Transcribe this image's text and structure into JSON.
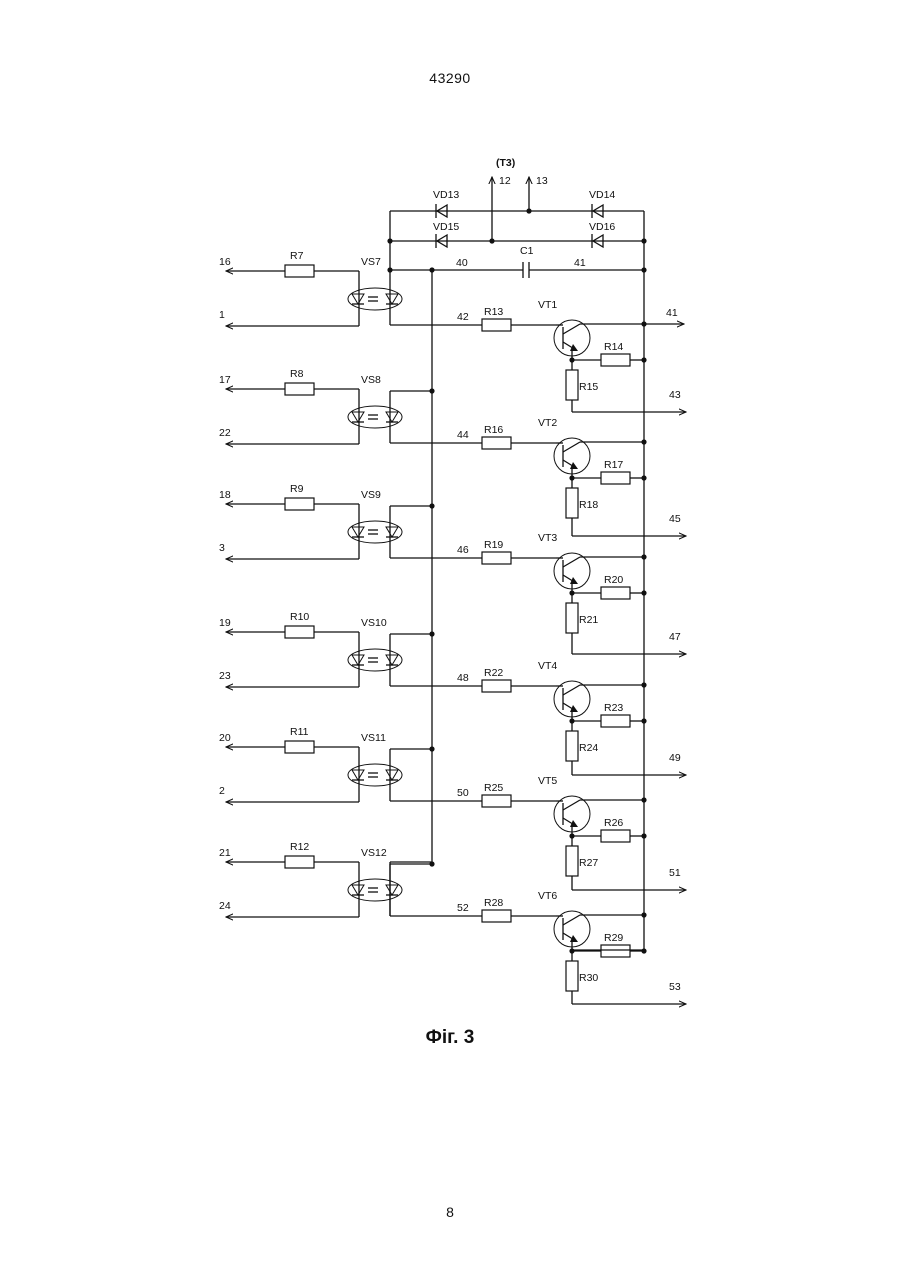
{
  "header": {
    "doc_number": "43290"
  },
  "caption": "Фіг. 3",
  "page_number": "8",
  "top": {
    "t3": "(Т3)",
    "t12": "12",
    "t13": "13",
    "vd13": "VD13",
    "vd14": "VD14",
    "vd15": "VD15",
    "vd16": "VD16",
    "c1": "C1",
    "n40": "40",
    "n41": "41"
  },
  "stages": [
    {
      "in_a": "16",
      "in_b": "1",
      "r_in": "R7",
      "vs": "VS7",
      "node": "42",
      "r_b": "R13",
      "vt": "VT1",
      "r_be": "R14",
      "r_e": "R15",
      "out_c": "41",
      "out_e": "43"
    },
    {
      "in_a": "17",
      "in_b": "22",
      "r_in": "R8",
      "vs": "VS8",
      "node": "44",
      "r_b": "R16",
      "vt": "VT2",
      "r_be": "R17",
      "r_e": "R18",
      "out_c": "",
      "out_e": "45"
    },
    {
      "in_a": "18",
      "in_b": "3",
      "r_in": "R9",
      "vs": "VS9",
      "node": "46",
      "r_b": "R19",
      "vt": "VT3",
      "r_be": "R20",
      "r_e": "R21",
      "out_c": "",
      "out_e": "47"
    },
    {
      "in_a": "19",
      "in_b": "23",
      "r_in": "R10",
      "vs": "VS10",
      "node": "48",
      "r_b": "R22",
      "vt": "VT4",
      "r_be": "R23",
      "r_e": "R24",
      "out_c": "",
      "out_e": "49"
    },
    {
      "in_a": "20",
      "in_b": "2",
      "r_in": "R11",
      "vs": "VS11",
      "node": "50",
      "r_b": "R25",
      "vt": "VT5",
      "r_be": "R26",
      "r_e": "R27",
      "out_c": "",
      "out_e": "51"
    },
    {
      "in_a": "21",
      "in_b": "24",
      "r_in": "R12",
      "vs": "VS12",
      "node": "52",
      "r_b": "R28",
      "vt": "VT6",
      "r_be": "R29",
      "r_e": "R30",
      "out_c": "",
      "out_e": "53"
    }
  ]
}
